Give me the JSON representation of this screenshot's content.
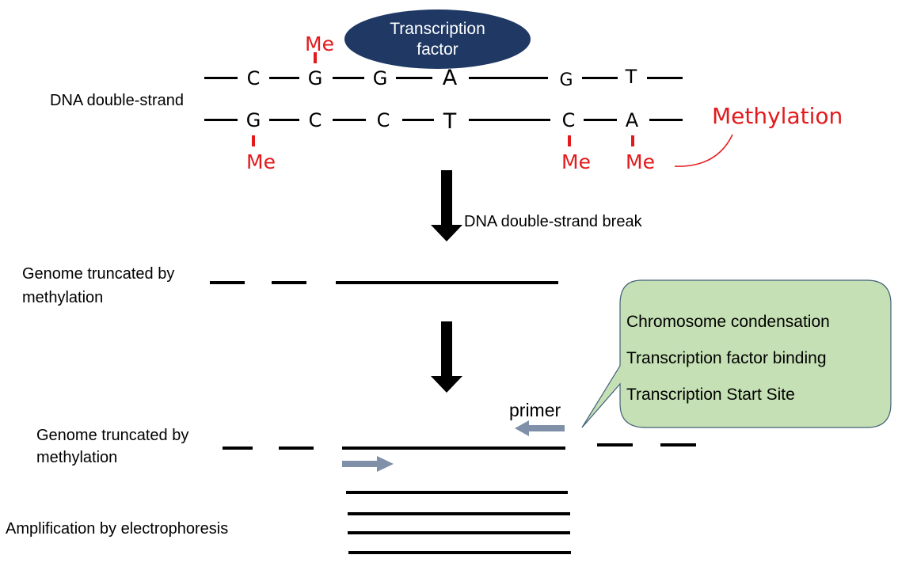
{
  "dna": {
    "label": "DNA double-strand",
    "top_strand": [
      "C",
      "G",
      "G",
      "A",
      "G",
      "T"
    ],
    "bottom_strand": [
      "G",
      "C",
      "C",
      "T",
      "C",
      "A"
    ],
    "methyl_mark": "Me",
    "methylation_label": "Methylation",
    "transcription_factor": [
      "Transcription",
      "factor"
    ]
  },
  "steps": {
    "break_label": "DNA double-strand break",
    "truncated_label_1": [
      "Genome truncated by",
      "methylation"
    ],
    "truncated_label_2": [
      "Genome truncated by",
      "methylation"
    ],
    "primer_label": "primer",
    "amplification_label": "Amplification by electrophoresis"
  },
  "callout": {
    "items": [
      "Chromosome condensation",
      "Transcription factor binding",
      "Transcription Start Site"
    ]
  },
  "colors": {
    "methyl_red": "#e31a1c",
    "tf_fill": "#1f3864",
    "callout_fill": "#c5e0b4",
    "primer_arrow": "#7f90a8"
  }
}
